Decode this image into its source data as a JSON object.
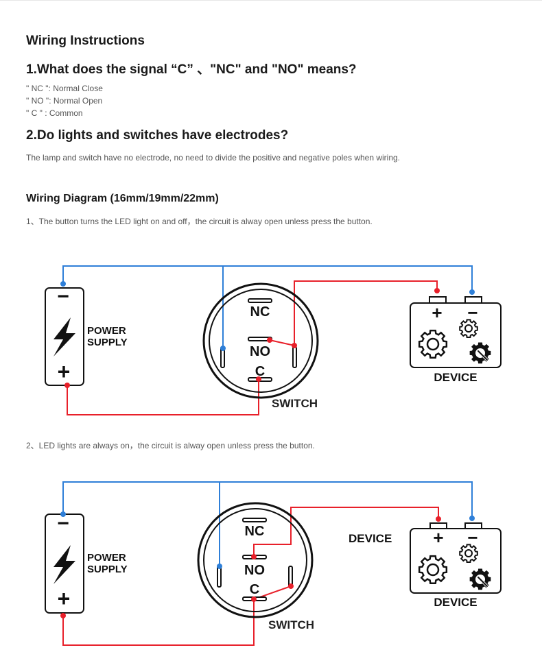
{
  "text": {
    "heading": "Wiring Instructions",
    "q1": "1.What does the signal “C” 、\"NC\" and \"NO\" means?",
    "nc_def": "\" NC \": Normal Close",
    "no_def": "\" NO \": Normal Open",
    "c_def": "\" C \" : Common",
    "q2": "2.Do lights and switches have electrodes?",
    "q2_answer": "The lamp and switch have no electrode, no need to divide the positive and negative poles when wiring.",
    "diagram_heading": "Wiring Diagram  (16mm/19mm/22mm)",
    "step1": "1、The button turns the LED light on and off，the circuit is alway open unless press the button.",
    "step2": "2、LED lights are always on，the circuit is alway open unless press the button."
  },
  "diagram1": {
    "power_label_1": "POWER",
    "power_label_2": "SUPPLY",
    "minus": "−",
    "plus": "+",
    "nc": "NC",
    "no": "NO",
    "c": "C",
    "switch_label": "SWITCH",
    "device_label": "DEVICE"
  },
  "diagram2": {
    "power_label_1": "POWER",
    "power_label_2": "SUPPLY",
    "minus": "−",
    "plus": "+",
    "nc": "NC",
    "no": "NO",
    "c": "C",
    "switch_label": "SWITCH",
    "device_label": "DEVICE",
    "device_label_side": "DEVICE"
  },
  "colors": {
    "wire_positive": "#e8202a",
    "wire_negative": "#2e7fd8",
    "outline": "#111111"
  },
  "icons": [
    "lightning-icon",
    "gear-icon",
    "gear-wrench-icon"
  ]
}
